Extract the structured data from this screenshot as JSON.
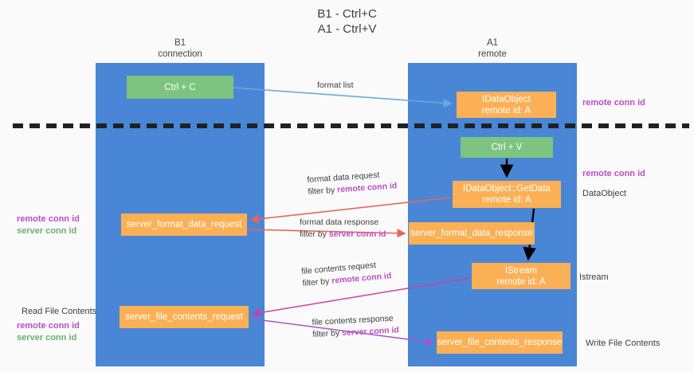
{
  "title": "B1 - Ctrl+C\nA1 - Ctrl+V",
  "title_line1": "B1 - Ctrl+C",
  "title_line2": "A1 - Ctrl+V",
  "lanes": [
    {
      "id": "b1",
      "name": "B1",
      "sub": "connection",
      "color": "#4a86d6"
    },
    {
      "id": "a1",
      "name": "A1",
      "sub": "remote",
      "color": "#4a86d6"
    }
  ],
  "colors": {
    "lane": "#4a86d6",
    "green_box": "#7cc47f",
    "orange_box": "#fbb055",
    "magenta_ink": "#b94ec4",
    "green_ink": "#69b06b",
    "blue_arrow": "#6aa9e0",
    "red_arrow": "#e8645a",
    "magenta_arrow": "#cc3fa8",
    "purple_arrow": "#a855c8",
    "black_arrow": "#000000",
    "divider": "#202124"
  },
  "boxes": {
    "ctrl_c": {
      "label": "Ctrl + C",
      "kind": "green"
    },
    "idataobject": {
      "line1": "IDataObject",
      "line2": "remote id: A",
      "kind": "orange"
    },
    "ctrl_v": {
      "label": "Ctrl + V",
      "kind": "green"
    },
    "getdata": {
      "line1": "IDataObject::GetData",
      "line2": "remote id: A",
      "kind": "orange"
    },
    "server_format_data_request": {
      "label": "server_format_data_request",
      "kind": "orange"
    },
    "server_format_data_response": {
      "label": "server_format_data_response",
      "kind": "orange"
    },
    "istream": {
      "line1": "IStream",
      "line2": "remote id: A",
      "kind": "orange"
    },
    "server_file_contents_request": {
      "label": "server_file_contents_request",
      "kind": "orange"
    },
    "server_file_contents_response": {
      "label": "server_file_contents_response",
      "kind": "orange"
    }
  },
  "flows": {
    "format_list": {
      "line1": "format list"
    },
    "format_data_request": {
      "line1": "format data request",
      "prefix": "filter by ",
      "key": "remote conn id"
    },
    "format_data_response": {
      "line1": "format data response",
      "prefix": "filter by ",
      "key": "server conn id"
    },
    "file_contents_request": {
      "line1": "file contents request",
      "prefix": "filter by ",
      "key": "remote conn id"
    },
    "file_contents_response": {
      "line1": "file contents response",
      "prefix": "filter by ",
      "key": "server conn id"
    }
  },
  "right_labels": {
    "remote_conn_id_top": "remote conn id",
    "remote_conn_id_mid": "remote conn id",
    "dataobject": "DataObject",
    "istream": "Istream",
    "write_file_contents": "Write File Contents"
  },
  "left_labels": {
    "remote_conn_id_a": "remote conn id",
    "server_conn_id_a": "server conn id",
    "read_file_contents": "Read File Contents",
    "remote_conn_id_b": "remote conn id",
    "server_conn_id_b": "server conn id"
  }
}
